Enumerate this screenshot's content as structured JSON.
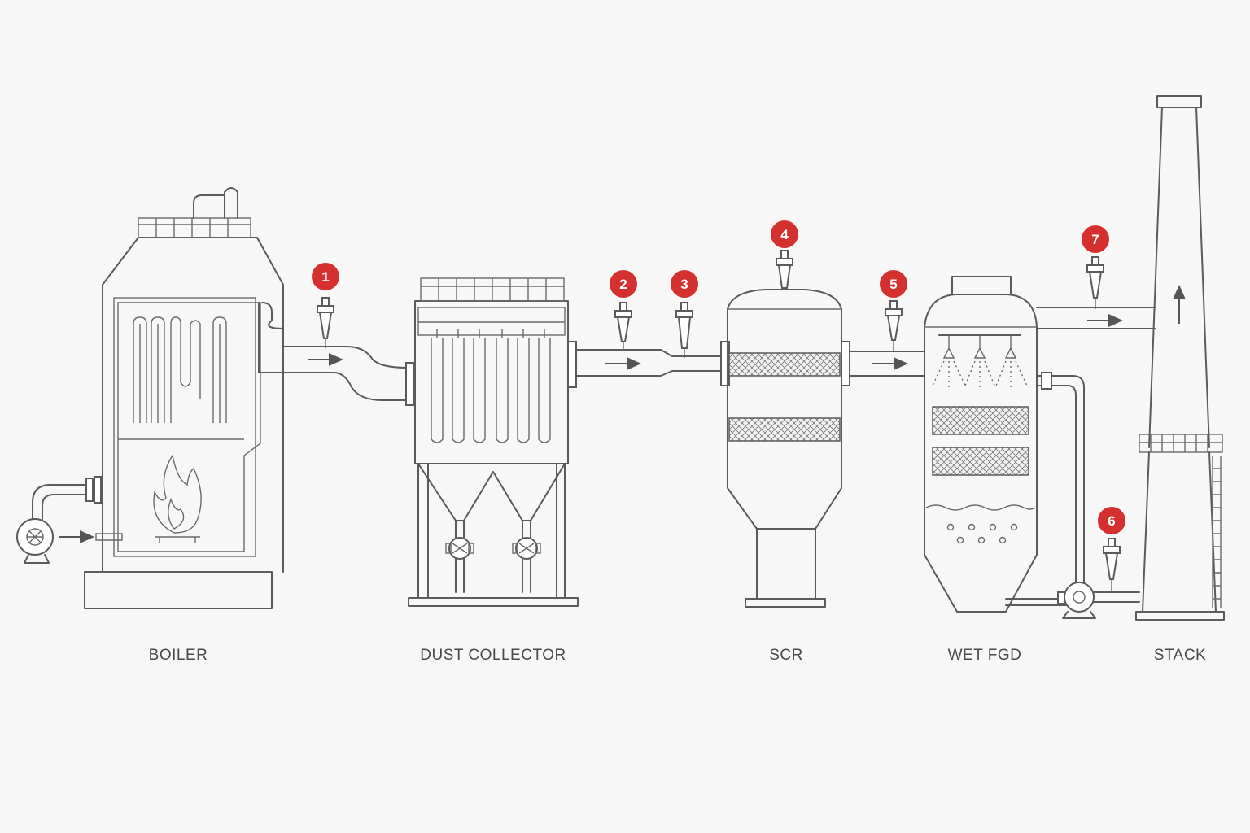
{
  "labels": {
    "boiler": "BOILER",
    "dust_collector": "DUST COLLECTOR",
    "scr": "SCR",
    "wet_fgd": "WET FGD",
    "stack": "STACK"
  },
  "sampling_points": [
    "1",
    "2",
    "3",
    "4",
    "5",
    "6",
    "7"
  ],
  "colors": {
    "badge": "#d3302f",
    "line": "#5b5b5b",
    "background": "#f7f7f7"
  },
  "icons": [
    "flame-icon",
    "pump-icon",
    "valve-icon",
    "spray-nozzle-icon",
    "flow-arrow-icon",
    "sampling-probe-icon"
  ]
}
